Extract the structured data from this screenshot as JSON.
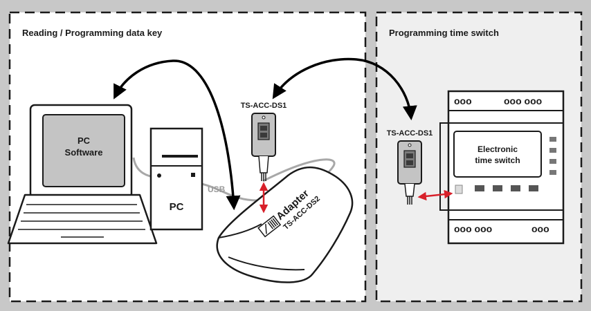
{
  "left_panel": {
    "title": "Reading / Programming data key"
  },
  "right_panel": {
    "title": "Programming time switch"
  },
  "pc": {
    "screen_line1": "PC",
    "screen_line2": "Software",
    "tower_label": "PC"
  },
  "cable": {
    "label": "USB"
  },
  "adapter": {
    "name": "Adapter",
    "model": "TS-ACC-DS2"
  },
  "data_key_left": {
    "model": "TS-ACC-DS1"
  },
  "data_key_right": {
    "model": "TS-ACC-DS1"
  },
  "time_switch": {
    "line1": "Electronic",
    "line2": "time switch",
    "top_terminals_left": "ooo",
    "top_terminals_right": "ooo ooo",
    "bottom_terminals_left": "ooo ooo",
    "bottom_terminals_right": "ooo"
  },
  "colors": {
    "background": "#c8c8c8",
    "left_panel": "#ffffff",
    "right_panel": "#efefef",
    "device_grey": "#c4c4c4",
    "arrow_red": "#d8202a",
    "arrow_black": "#000000"
  }
}
